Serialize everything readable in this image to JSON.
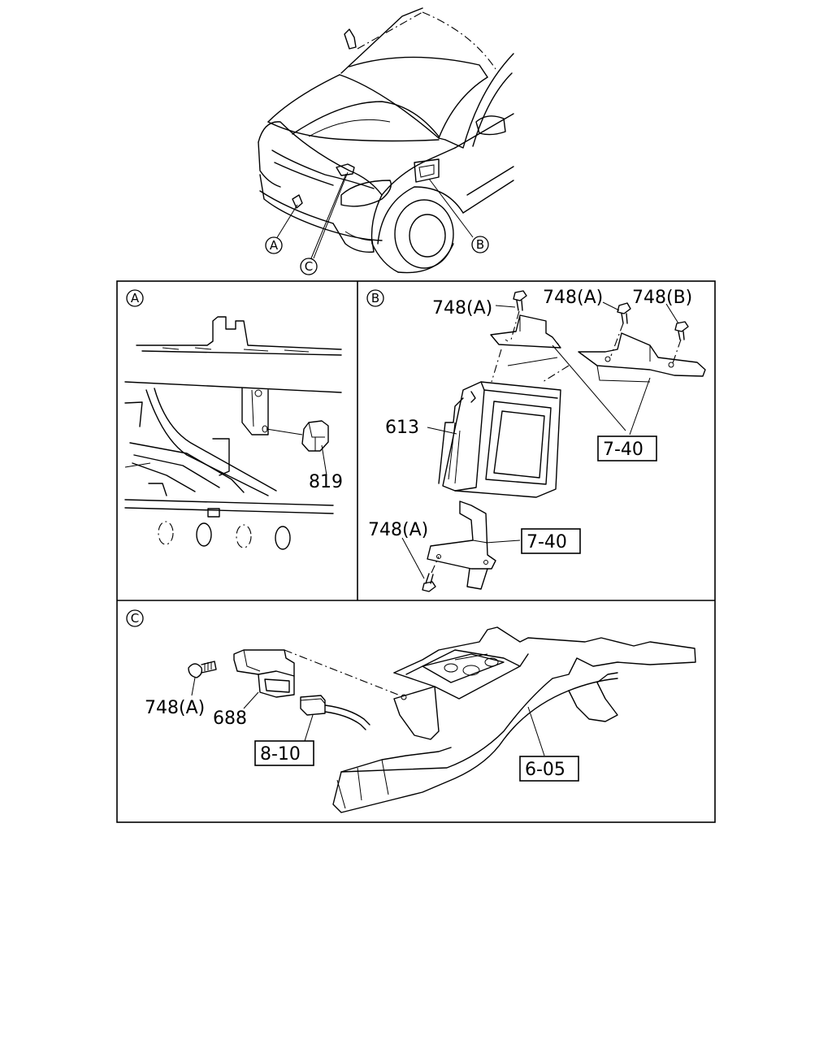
{
  "overview": {
    "callouts": [
      "A",
      "B",
      "C"
    ]
  },
  "panels": {
    "a": {
      "letter": "A"
    },
    "b": {
      "letter": "B"
    },
    "c": {
      "letter": "C"
    }
  },
  "labels": {
    "p819": "819",
    "p748a_1": "748(A)",
    "p748a_2": "748(A)",
    "p748b": "748(B)",
    "p613": "613",
    "p748a_3": "748(A)",
    "p748a_4": "748(A)",
    "p688": "688"
  },
  "boxed_refs": {
    "r740_1": "7-40",
    "r740_2": "7-40",
    "r810": "8-10",
    "r605": "6-05"
  }
}
